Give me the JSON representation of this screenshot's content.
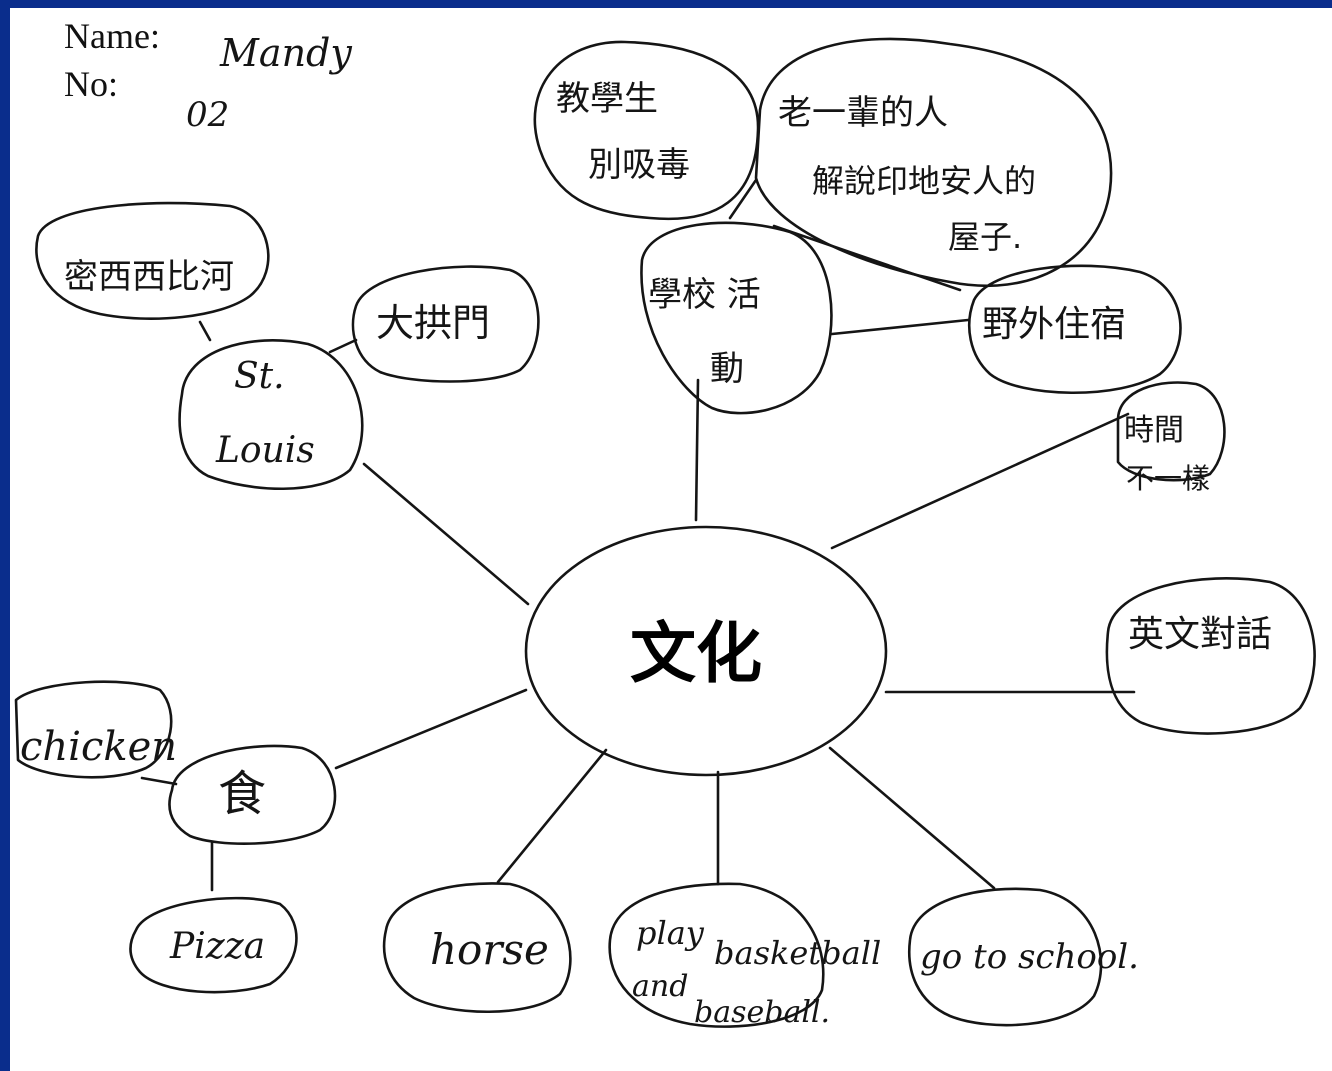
{
  "header": {
    "name_label": "Name:",
    "name_value": "Mandy",
    "no_label": "No:",
    "no_value": "02"
  },
  "center": {
    "label": "文化"
  },
  "nodes": {
    "teacher": {
      "line1": "教學生",
      "line2": "別吸毒"
    },
    "elders": {
      "line1": "老一輩的人",
      "line2": "解說印地安人的",
      "line3": "屋子."
    },
    "school": {
      "line1": "學校 活",
      "line2": "動"
    },
    "camping": {
      "label": "野外住宿"
    },
    "time": {
      "line1": "時間",
      "line2": "不一樣"
    },
    "mississippi": {
      "label": "密西西比河"
    },
    "arch": {
      "label": "大拱門"
    },
    "stlouis": {
      "line1": "St.",
      "line2": "Louis"
    },
    "english": {
      "label": "英文對話"
    },
    "food": {
      "label": "食"
    },
    "chicken": {
      "label": "chicken"
    },
    "pizza": {
      "label": "Pizza"
    },
    "horse": {
      "label": "horse"
    },
    "sports": {
      "line1": "play",
      "line2": "basketball",
      "line3": "and",
      "line4": "baseball."
    },
    "goschool": {
      "label": "go to school."
    }
  },
  "colors": {
    "frame": "#0a2d8c",
    "paper": "#ffffff",
    "ink": "#151515"
  }
}
